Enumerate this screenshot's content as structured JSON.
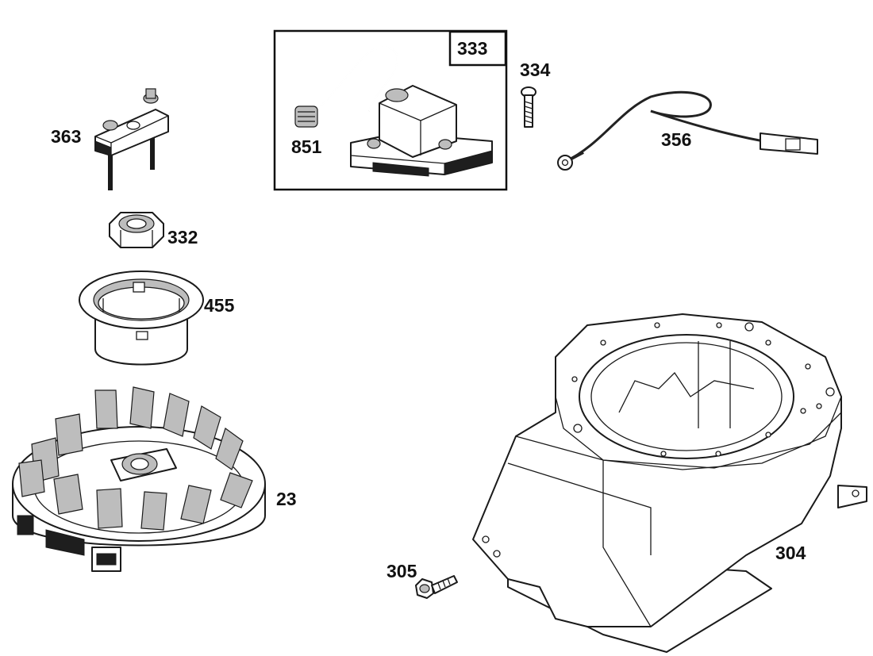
{
  "parts": [
    {
      "id": "363",
      "label": "363"
    },
    {
      "id": "332",
      "label": "332"
    },
    {
      "id": "455",
      "label": "455"
    },
    {
      "id": "23",
      "label": "23"
    },
    {
      "id": "333",
      "label": "333"
    },
    {
      "id": "851",
      "label": "851"
    },
    {
      "id": "334",
      "label": "334"
    },
    {
      "id": "356",
      "label": "356"
    },
    {
      "id": "304",
      "label": "304"
    },
    {
      "id": "305",
      "label": "305"
    }
  ]
}
